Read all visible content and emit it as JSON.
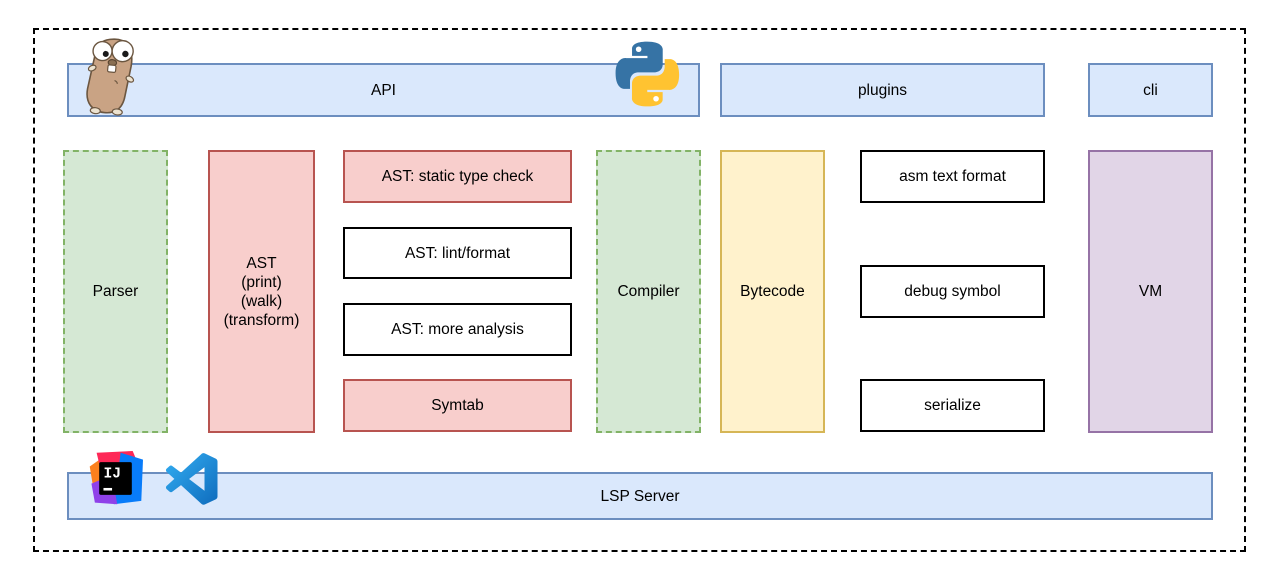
{
  "top_row": {
    "api": "API",
    "plugins": "plugins",
    "cli": "cli"
  },
  "middle_row": {
    "parser": "Parser",
    "ast": {
      "lines": [
        "AST",
        "(print)",
        "(walk)",
        "(transform)"
      ]
    },
    "ast_stages": [
      {
        "label": "AST: static type check"
      },
      {
        "label": "AST: lint/format"
      },
      {
        "label": "AST: more analysis"
      },
      {
        "label": "Symtab"
      }
    ],
    "compiler": "Compiler",
    "bytecode": "Bytecode",
    "bytecode_outputs": [
      {
        "label": "asm text format"
      },
      {
        "label": "debug symbol"
      },
      {
        "label": "serialize"
      }
    ],
    "vm": "VM"
  },
  "bottom_row": {
    "lsp": "LSP Server"
  },
  "icons": {
    "go_gopher": "go-gopher-icon",
    "python": "python-icon",
    "intellij": "intellij-idea-icon",
    "vscode": "vscode-icon",
    "intellij_monogram": "IJ"
  },
  "colors": {
    "blue_fill": "#DAE8FC",
    "blue_stroke": "#6C8EBF",
    "green_fill": "#D5E8D4",
    "green_stroke": "#82B366",
    "red_fill": "#F8CECC",
    "red_stroke": "#B85450",
    "yellow_fill": "#FFF2CC",
    "yellow_stroke": "#D6B656",
    "purple_fill": "#E1D5E7",
    "purple_stroke": "#9673A6",
    "white_box_stroke": "#000000",
    "frame_stroke": "#000000"
  }
}
